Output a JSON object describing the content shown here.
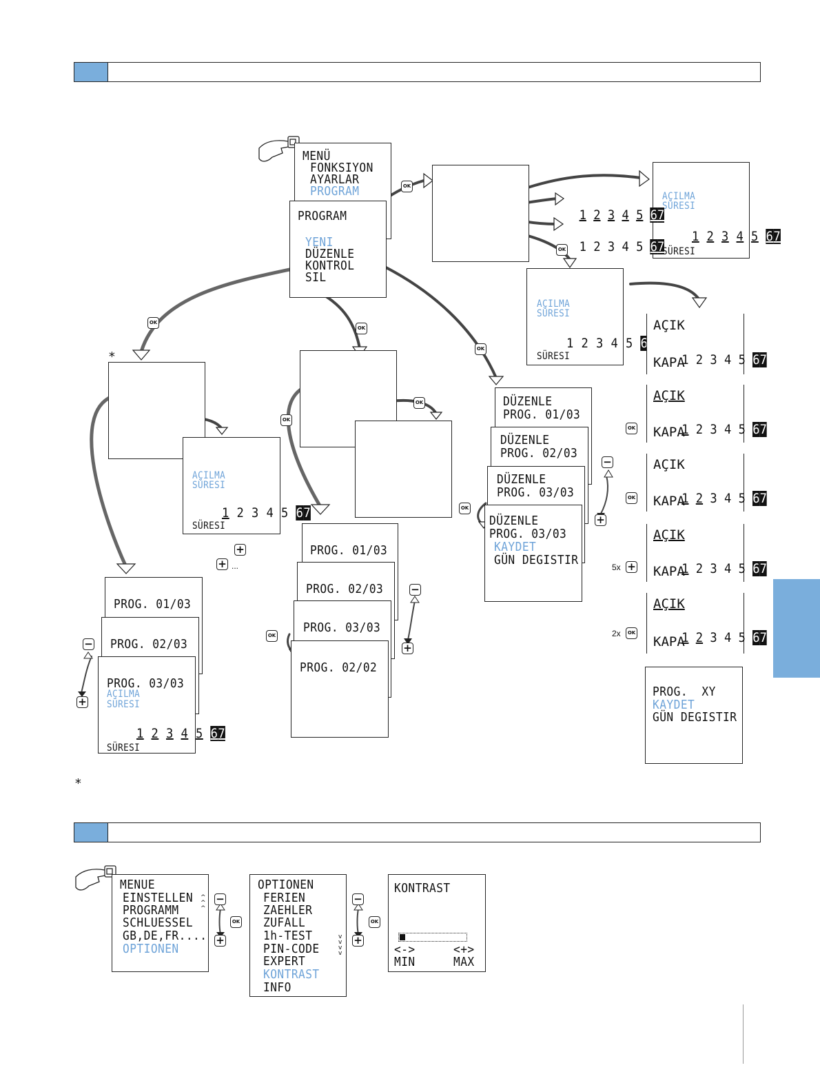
{
  "section1": {
    "star_note": "*",
    "menu_screen": {
      "l1": "MENÜ",
      "l2": "FONKSIYON",
      "l3": "AYARLAR",
      "l4": "PROGRAM"
    },
    "program_screen": {
      "l1": "PROGRAM",
      "l2": "YENI",
      "l3": "DÜZENLE",
      "l4": "KONTROL",
      "l5": "SIL"
    },
    "days": [
      "1",
      "2",
      "3",
      "4",
      "5",
      "6",
      "7"
    ],
    "acilma": "AÇILMA",
    "suresi_small": "SÜRESI",
    "suresi": "SÜRESI",
    "acik": "AÇIK",
    "kapa": "KAPA",
    "kontrol_screens": {
      "s1": "PROG. 01/03",
      "s2": "PROG. 02/03",
      "s3": "PROG. 03/03",
      "s4": "PROG. 02/02"
    },
    "duzenle_screens": {
      "title": "DÜZENLE",
      "p1": "PROG. 01/03",
      "p2": "PROG. 02/03",
      "p3": "PROG. 03/03",
      "p4": "PROG. 03/03",
      "kaydet": "KAYDET",
      "gun": "GÜN DEGISTIR"
    },
    "final_screen": {
      "l1": "PROG.  XY",
      "l2": "KAYDET",
      "l3": "GÜN DEGISTIR"
    },
    "left_list": {
      "s1": "PROG. 01/03",
      "s2": "PROG. 02/03",
      "s3": "PROG. 03/03"
    },
    "labels": {
      "ok": "OK",
      "plus": "+",
      "minus": "−",
      "five_x": "5x",
      "two_x": "2x",
      "ellipsis": "..."
    }
  },
  "section2": {
    "menue_screen": {
      "l1": "MENUE",
      "l2": "EINSTELLEN",
      "l3": "PROGRAMM",
      "l4": "SCHLUESSEL",
      "l5": "GB,DE,FR....",
      "l6": "OPTIONEN"
    },
    "optionen_screen": {
      "l1": "OPTIONEN",
      "l2": "FERIEN",
      "l3": "ZAEHLER",
      "l4": "ZUFALL",
      "l5": "1h-TEST",
      "l6": "PIN-CODE",
      "l7": "EXPERT",
      "l8": "KONTRAST",
      "l9": "INFO"
    },
    "kontrast_screen": {
      "title": "KONTRAST",
      "minus": "<->",
      "plus": "<+>",
      "min": "MIN",
      "max": "MAX",
      "level_fraction": 0.08
    }
  },
  "colors": {
    "accent": "#7aaedc",
    "lcd_blue": "#6ea3d8",
    "ink": "#111111"
  }
}
